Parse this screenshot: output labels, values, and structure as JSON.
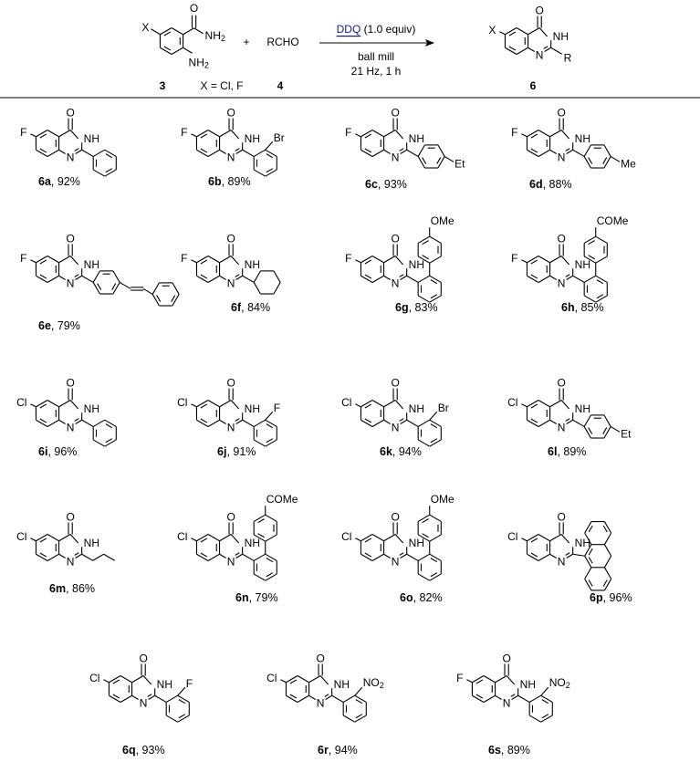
{
  "reaction": {
    "reactant_3": {
      "substituent": "X",
      "groups": [
        "O",
        "NH2",
        "NH2"
      ],
      "label": "3"
    },
    "plus": "+",
    "reactant_4": {
      "formula": "RCHO",
      "label": "4"
    },
    "x_note": "X = Cl, F",
    "reagent": "DDQ",
    "reagent_amount": "(1.0 equiv)",
    "reagent_color": "#1a1a8c",
    "conditions": [
      "ball mill",
      "21 Hz, 1 h"
    ],
    "product": {
      "substituent": "X",
      "R": "R",
      "label": "6"
    }
  },
  "products": [
    {
      "id": "6a",
      "yield": "92%",
      "X": "F",
      "R": "phenyl"
    },
    {
      "id": "6b",
      "yield": "89%",
      "X": "F",
      "R": "2-bromophenyl",
      "ortho": "Br"
    },
    {
      "id": "6c",
      "yield": "93%",
      "X": "F",
      "R": "4-ethylphenyl",
      "para": "Et"
    },
    {
      "id": "6d",
      "yield": "88%",
      "X": "F",
      "R": "4-methylphenyl",
      "para": "Me"
    },
    {
      "id": "6e",
      "yield": "79%",
      "X": "F",
      "R": "4-styrylphenyl"
    },
    {
      "id": "6f",
      "yield": "84%",
      "X": "F",
      "R": "cyclohexyl"
    },
    {
      "id": "6g",
      "yield": "83%",
      "X": "F",
      "R": "biaryl",
      "top": "OMe"
    },
    {
      "id": "6h",
      "yield": "85%",
      "X": "F",
      "R": "biaryl",
      "top": "COMe"
    },
    {
      "id": "6i",
      "yield": "96%",
      "X": "Cl",
      "R": "phenyl"
    },
    {
      "id": "6j",
      "yield": "91%",
      "X": "Cl",
      "R": "2-fluorophenyl",
      "ortho": "F"
    },
    {
      "id": "6k",
      "yield": "94%",
      "X": "Cl",
      "R": "2-bromophenyl",
      "ortho": "Br"
    },
    {
      "id": "6l",
      "yield": "89%",
      "X": "Cl",
      "R": "4-ethylphenyl",
      "para": "Et"
    },
    {
      "id": "6m",
      "yield": "86%",
      "X": "Cl",
      "R": "propyl"
    },
    {
      "id": "6n",
      "yield": "79%",
      "X": "Cl",
      "R": "biaryl",
      "top": "COMe"
    },
    {
      "id": "6o",
      "yield": "82%",
      "X": "Cl",
      "R": "biaryl",
      "top": "OMe"
    },
    {
      "id": "6p",
      "yield": "96%",
      "X": "Cl",
      "R": "9-anthryl"
    },
    {
      "id": "6q",
      "yield": "93%",
      "X": "Cl",
      "R": "2-fluorophenyl",
      "ortho": "F"
    },
    {
      "id": "6r",
      "yield": "94%",
      "X": "Cl",
      "R": "2-nitrophenyl",
      "ortho": "NO2"
    },
    {
      "id": "6s",
      "yield": "89%",
      "X": "F",
      "R": "2-nitrophenyl",
      "ortho": "NO2"
    }
  ]
}
